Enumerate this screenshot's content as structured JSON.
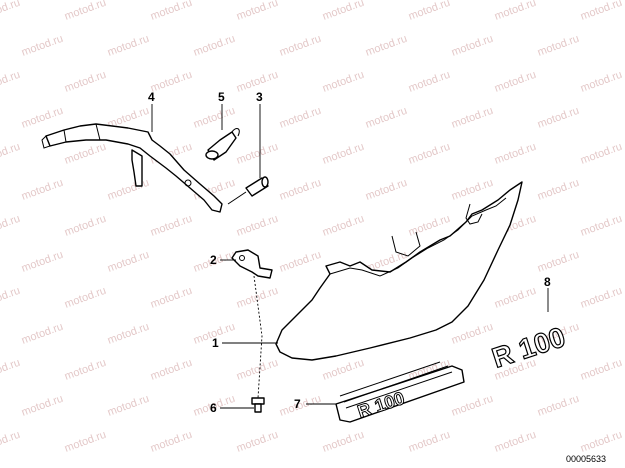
{
  "diagram": {
    "callouts": [
      {
        "id": "c1",
        "label": "1"
      },
      {
        "id": "c2",
        "label": "2"
      },
      {
        "id": "c3",
        "label": "3"
      },
      {
        "id": "c4",
        "label": "4"
      },
      {
        "id": "c5",
        "label": "5"
      },
      {
        "id": "c6",
        "label": "6"
      },
      {
        "id": "c7",
        "label": "7"
      },
      {
        "id": "c8",
        "label": "8"
      }
    ],
    "emblem_text": "R 100",
    "reference_number": "00005633",
    "watermark": "motod.ru"
  }
}
